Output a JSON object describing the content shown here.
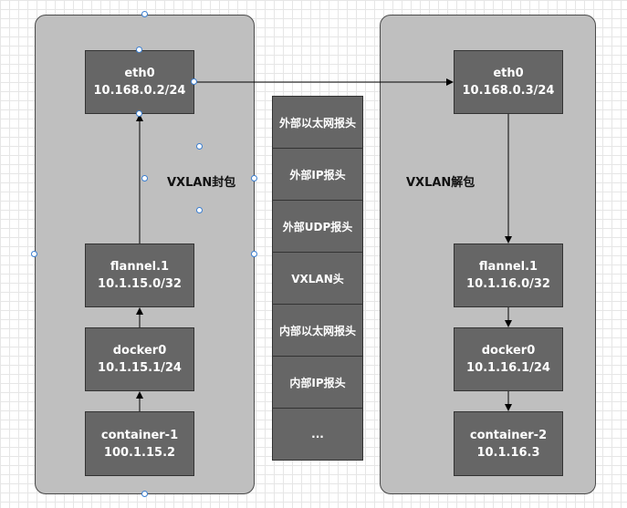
{
  "left_host": {
    "eth0": {
      "name": "eth0",
      "ip": "10.168.0.2/24"
    },
    "flannel": {
      "name": "flannel.1",
      "ip": "10.1.15.0/32"
    },
    "docker": {
      "name": "docker0",
      "ip": "10.1.15.1/24"
    },
    "container": {
      "name": "container-1",
      "ip": "100.1.15.2"
    },
    "action_label": "VXLAN封包"
  },
  "right_host": {
    "eth0": {
      "name": "eth0",
      "ip": "10.168.0.3/24"
    },
    "flannel": {
      "name": "flannel.1",
      "ip": "10.1.16.0/32"
    },
    "docker": {
      "name": "docker0",
      "ip": "10.1.16.1/24"
    },
    "container": {
      "name": "container-2",
      "ip": "10.1.16.3"
    },
    "action_label": "VXLAN解包"
  },
  "packet_stack": [
    "外部以太网报头",
    "外部IP报头",
    "外部UDP报头",
    "VXLAN头",
    "内部以太网报头",
    "内部IP报头",
    "..."
  ],
  "colors": {
    "host_fill": "#bfbfbf",
    "node_fill": "#666666",
    "selection_handle": "#3b7fd1",
    "arrow": "#000000"
  }
}
